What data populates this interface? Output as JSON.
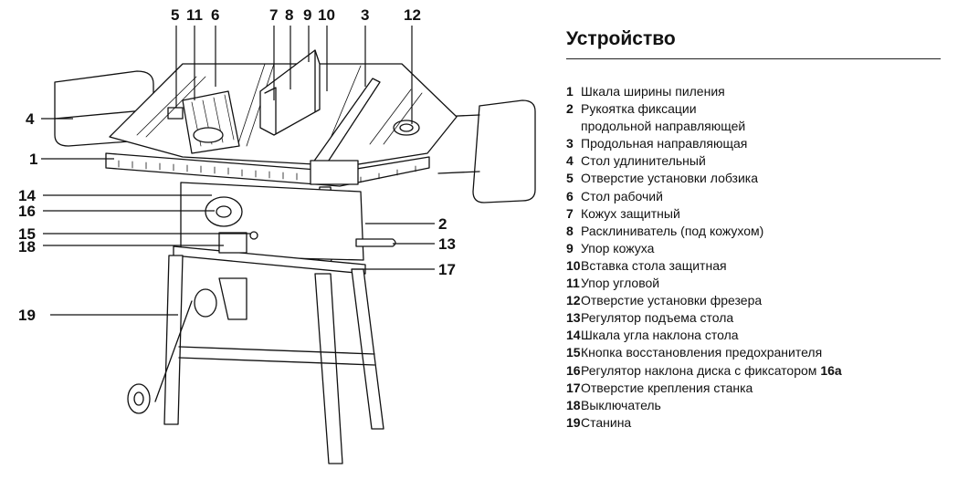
{
  "heading": "Устройство",
  "callouts": [
    "5",
    "11",
    "6",
    "7",
    "8",
    "9",
    "10",
    "3",
    "12",
    "4",
    "1",
    "14",
    "16",
    "15",
    "18",
    "2",
    "13",
    "17",
    "19"
  ],
  "items": [
    {
      "num": "1",
      "text": "Шкала ширины пиления"
    },
    {
      "num": "2",
      "text": "Рукоятка фиксации"
    },
    {
      "num": "",
      "text": "продольной направляющей"
    },
    {
      "num": "3",
      "text": "Продольная направляющая"
    },
    {
      "num": "4",
      "text": "Стол удлинительный"
    },
    {
      "num": "5",
      "text": "Отверстие установки лобзика"
    },
    {
      "num": "6",
      "text": "Стол рабочий"
    },
    {
      "num": "7",
      "text": "Кожух защитный"
    },
    {
      "num": "8",
      "text": "Расклиниватель (под кожухом)"
    },
    {
      "num": "9",
      "text": "Упор кожуха"
    },
    {
      "num": "10",
      "text": "Вставка стола защитная"
    },
    {
      "num": "11",
      "text": "Упор угловой"
    },
    {
      "num": "12",
      "text": "Отверстие установки фрезера"
    },
    {
      "num": "13",
      "text": "Регулятор подъема стола"
    },
    {
      "num": "14",
      "text": "Шкала угла наклона стола"
    },
    {
      "num": "15",
      "text": "Кнопка восстановления предохранителя"
    },
    {
      "num": "16",
      "text": "Регулятор наклона диска с фиксатором ",
      "bold": "16а"
    },
    {
      "num": "17",
      "text": "Отверстие крепления станка"
    },
    {
      "num": "18",
      "text": "Выключатель"
    },
    {
      "num": "19",
      "text": "Станина"
    }
  ]
}
